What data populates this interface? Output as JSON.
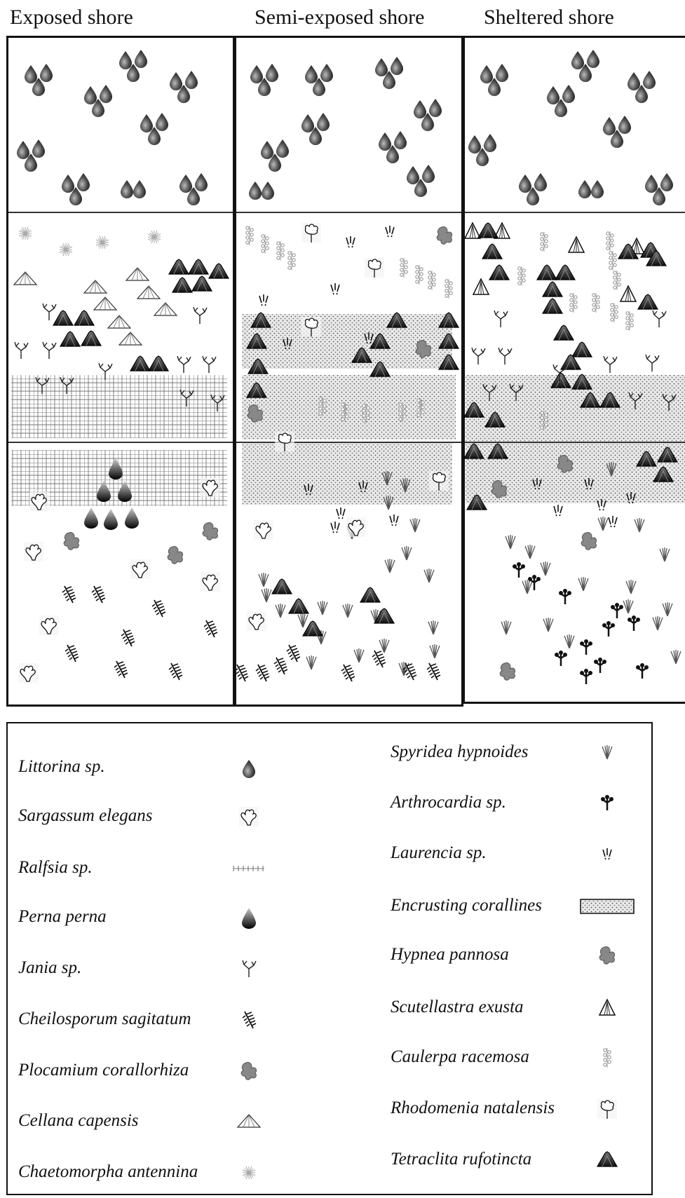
{
  "columns": [
    {
      "title": "Exposed shore"
    },
    {
      "title": "Semi-exposed shore"
    },
    {
      "title": "Sheltered shore"
    }
  ],
  "legend": [
    {
      "label": "Littorina sp.",
      "symbol": "littorina"
    },
    {
      "label": "Sargassum elegans",
      "symbol": "sargassum"
    },
    {
      "label": "Ralfsia sp.",
      "symbol": "ralfsia"
    },
    {
      "label": "Perna perna",
      "symbol": "perna"
    },
    {
      "label": "Jania sp.",
      "symbol": "jania"
    },
    {
      "label": "Cheilosporum sagitatum",
      "symbol": "cheilosporum"
    },
    {
      "label": "Plocamium corallorhiza",
      "symbol": "plocamium"
    },
    {
      "label": "Cellana capensis",
      "symbol": "cellana"
    },
    {
      "label": "Chaetomorpha antennina",
      "symbol": "chaetomorpha"
    },
    {
      "label": "Spyridea  hypnoides",
      "symbol": "spyridea"
    },
    {
      "label": "Arthrocardia  sp.",
      "symbol": "arthrocardia"
    },
    {
      "label": "Laurencia sp.",
      "symbol": "laurencia"
    },
    {
      "label": "Encrusting corallines",
      "symbol": "encrusting"
    },
    {
      "label": "Hypnea pannosa",
      "symbol": "hypnea"
    },
    {
      "label": "Scutellastra exusta",
      "symbol": "scutellastra"
    },
    {
      "label": "Caulerpa racemosa",
      "symbol": "caulerpa"
    },
    {
      "label": "Rhodomenia natalensis",
      "symbol": "rhodomenia"
    },
    {
      "label": "Tetraclita rufotincta",
      "symbol": "tetraclita"
    }
  ]
}
